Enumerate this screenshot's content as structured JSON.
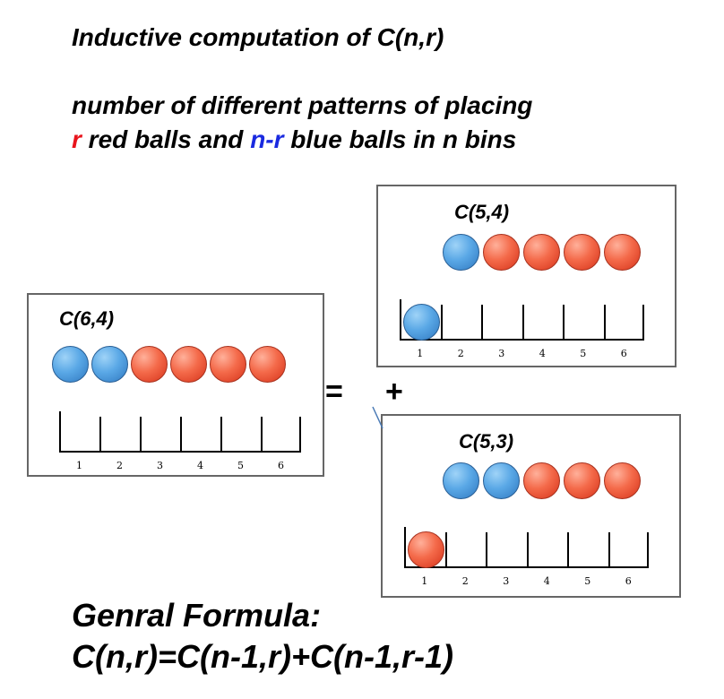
{
  "title": "Inductive computation of C(n,r)",
  "description": {
    "line1": "number of different patterns of placing",
    "line2_r": "r",
    "line2_mid": " red balls and ",
    "line2_nr": "n-r",
    "line2_end": " blue balls in n bins"
  },
  "colors": {
    "red_text": "#e8141c",
    "blue_text": "#1a2ae0",
    "blue_ball": "#5aa8e6",
    "red_ball": "#f46a4a"
  },
  "bin_numbers": [
    "1",
    "2",
    "3",
    "4",
    "5",
    "6"
  ],
  "left_panel": {
    "label": "C(6,4)",
    "balls": [
      "blue",
      "blue",
      "red",
      "red",
      "red",
      "red"
    ]
  },
  "top_right_panel": {
    "label": "C(5,4)",
    "balls": [
      "blue",
      "red",
      "red",
      "red",
      "red"
    ],
    "bin1_ball": "blue"
  },
  "bottom_right_panel": {
    "label": "C(5,3)",
    "balls": [
      "blue",
      "blue",
      "red",
      "red",
      "red"
    ],
    "bin1_ball": "red"
  },
  "operators": {
    "equals": "=",
    "plus": "+"
  },
  "formula": {
    "label": "Genral Formula:",
    "expression": "C(n,r)=C(n-1,r)+C(n-1,r-1)"
  }
}
